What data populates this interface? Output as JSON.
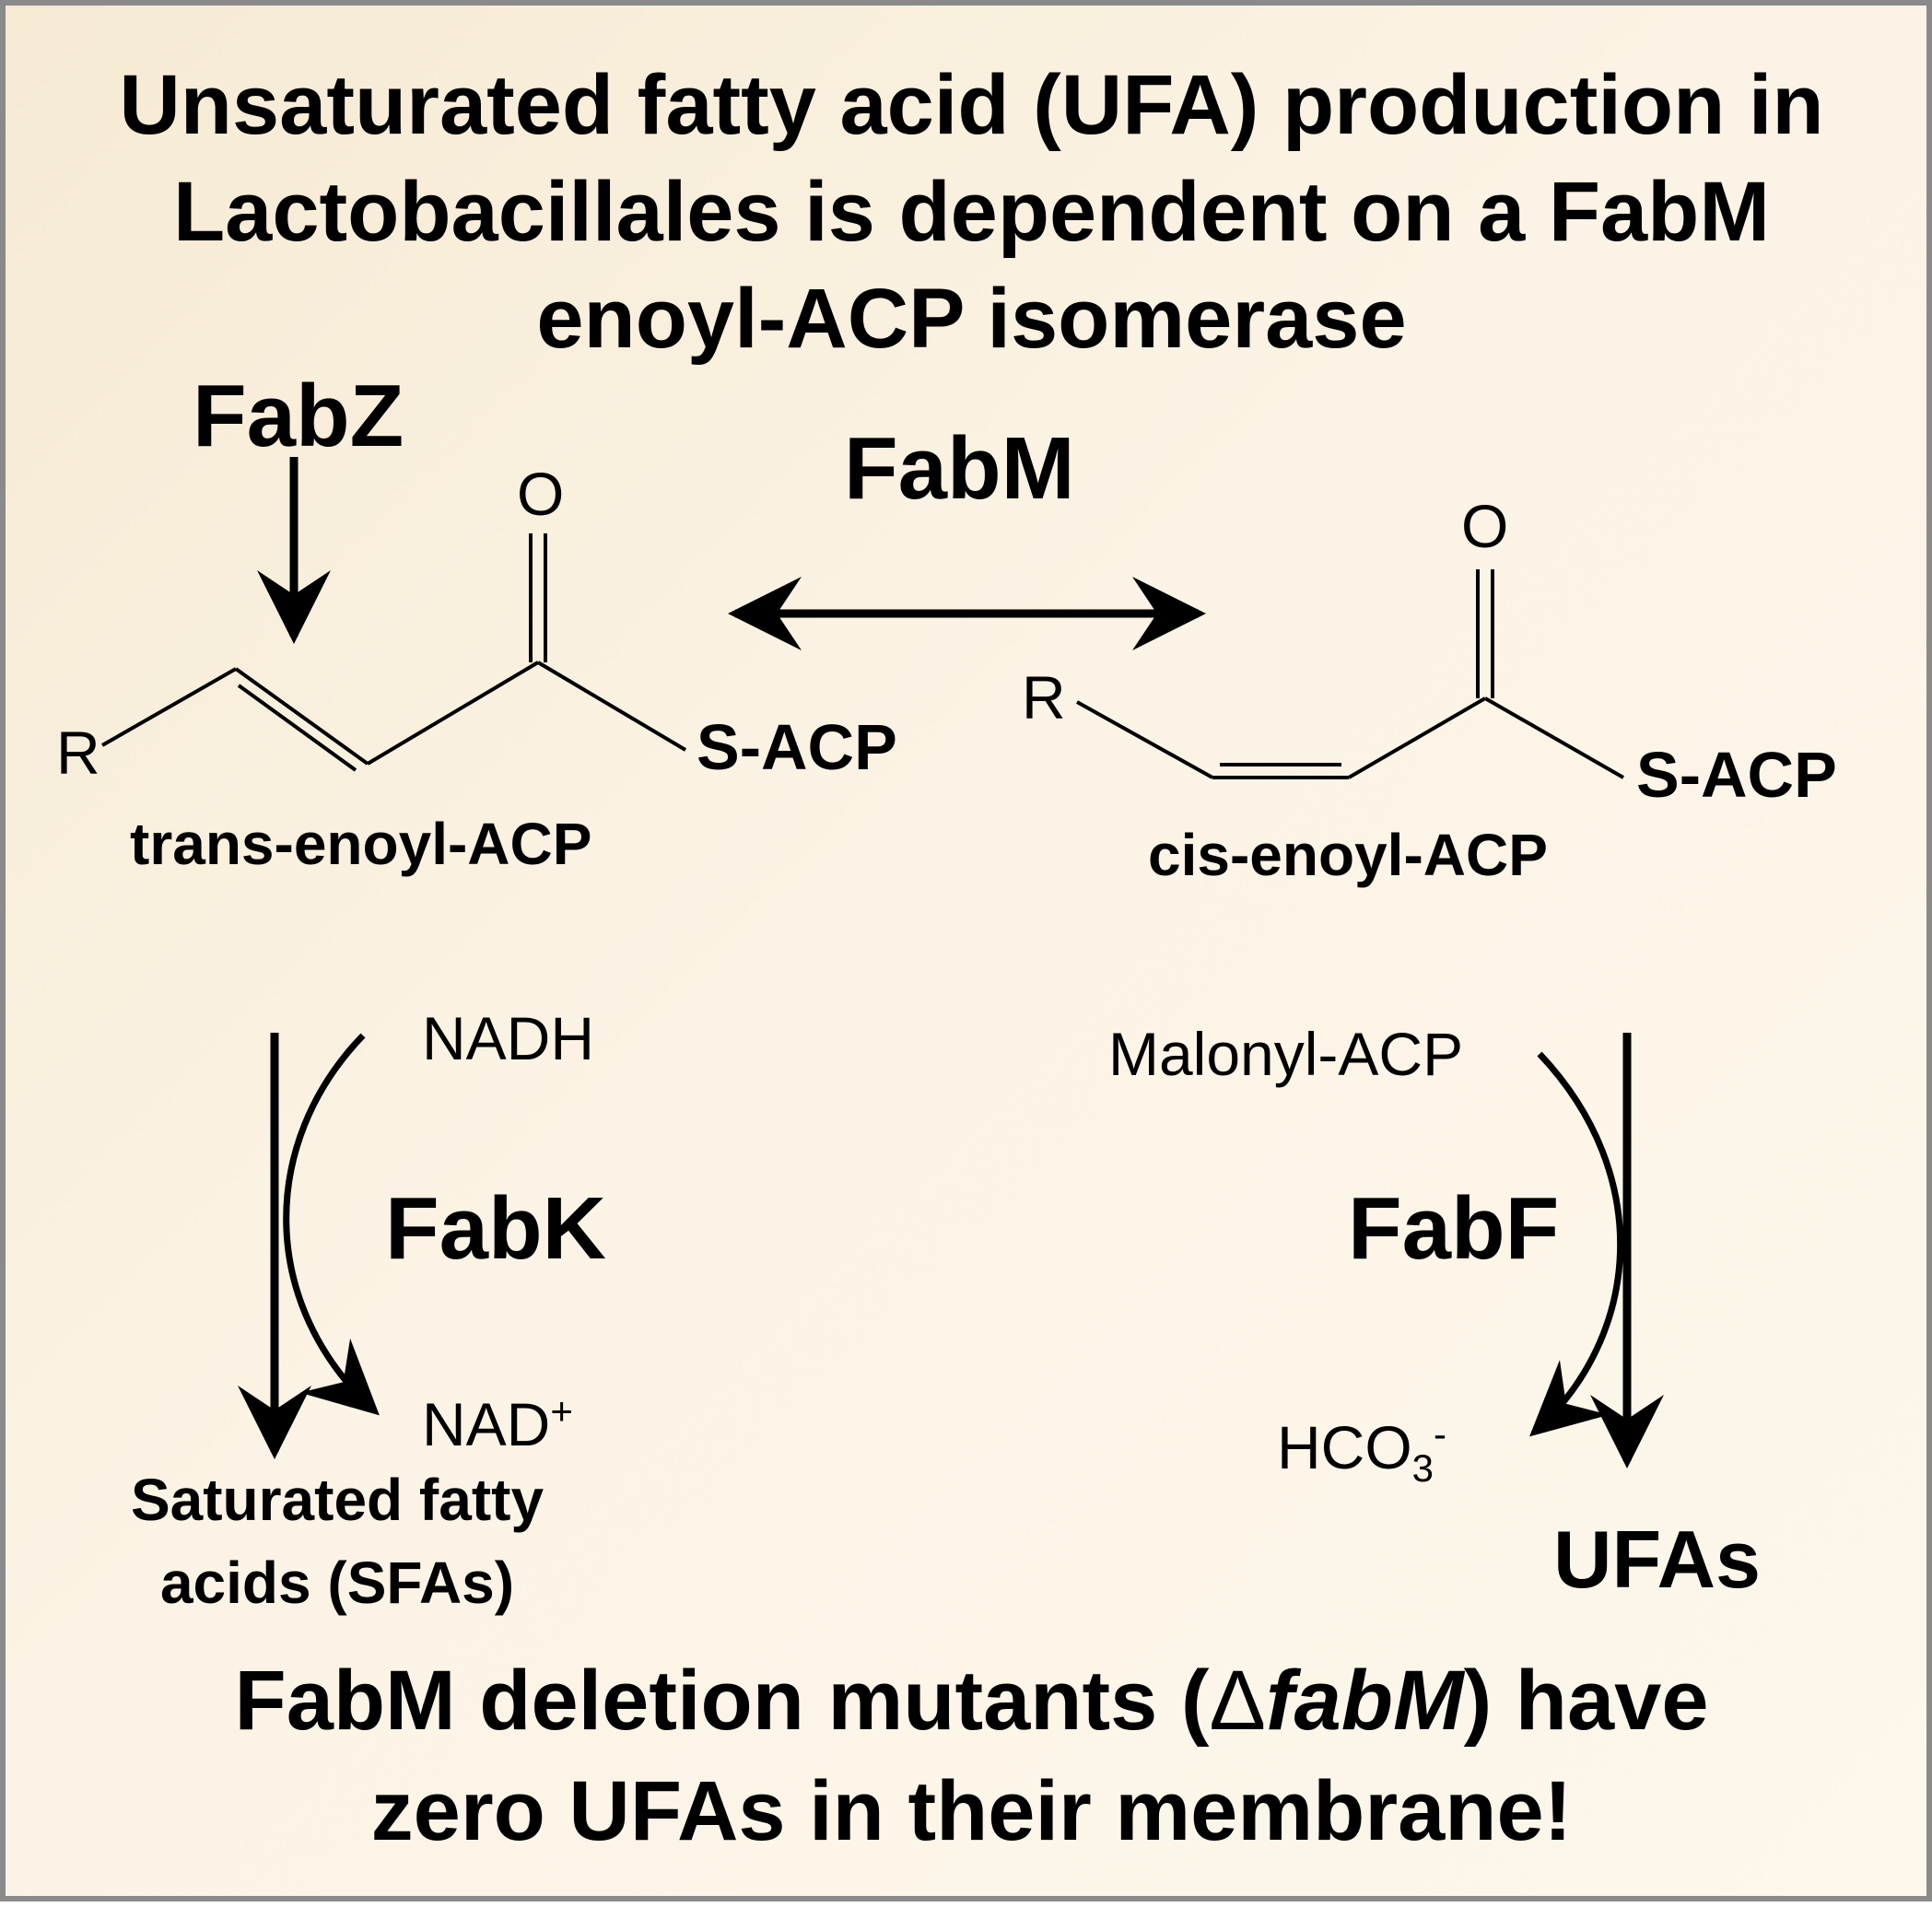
{
  "title": {
    "line1": "Unsaturated fatty acid (UFA) production in",
    "line2": "Lactobacillales is dependent on a FabM",
    "line3": "enoyl-ACP isomerase"
  },
  "enzymes": {
    "fabz": "FabZ",
    "fabm": "FabM",
    "fabk": "FabK",
    "fabf": "FabF"
  },
  "trans_molecule": {
    "r_group": "R",
    "oxygen": "O",
    "s_acp": "S-ACP",
    "name": "trans-enoyl-ACP"
  },
  "cis_molecule": {
    "r_group": "R",
    "oxygen": "O",
    "s_acp": "S-ACP",
    "name": "cis-enoyl-ACP"
  },
  "left_pathway": {
    "cofactor_in": "NADH",
    "cofactor_out": "NAD",
    "cofactor_out_charge": "+",
    "product_line1": "Saturated fatty",
    "product_line2": "acids (SFAs)"
  },
  "right_pathway": {
    "substrate_in": "Malonyl-ACP",
    "byproduct": "HCO",
    "byproduct_subscript": "3",
    "byproduct_charge": "-",
    "product": "UFAs"
  },
  "footer": {
    "line1_pre": "FabM deletion mutants (",
    "line1_delta": "Δ",
    "line1_gene": "fabM",
    "line1_post": ") have",
    "line2": "zero UFAs in their membrane!"
  }
}
